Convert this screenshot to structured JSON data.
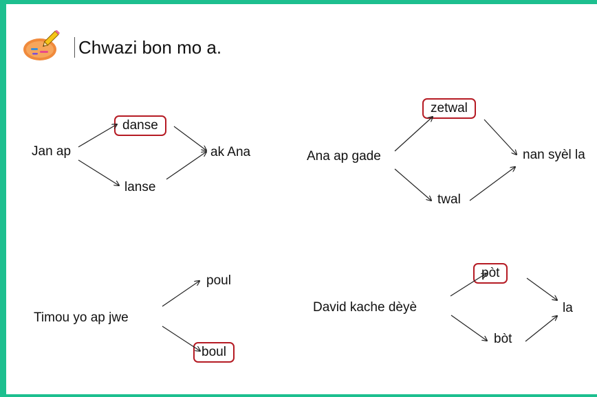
{
  "header": {
    "icon": "pencil-paper-icon",
    "instruction": "Chwazi bon mo a."
  },
  "exercises": [
    {
      "subject": "Jan ap",
      "option_top": "danse",
      "option_bottom": "lanse",
      "ending": "ak Ana",
      "selected": "top"
    },
    {
      "subject": "Ana ap gade",
      "option_top": "zetwal",
      "option_bottom": "twal",
      "ending": "nan syèl la",
      "selected": "top"
    },
    {
      "subject": "Timou yo ap jwe",
      "option_top": "poul",
      "option_bottom": "boul",
      "ending": "",
      "selected": "bottom"
    },
    {
      "subject": "David kache dèyè",
      "option_top": "pòt",
      "option_bottom": "bòt",
      "ending": "la",
      "selected": "top"
    }
  ],
  "colors": {
    "frame": "#1dbf8f",
    "selection_box": "#b51a23"
  }
}
